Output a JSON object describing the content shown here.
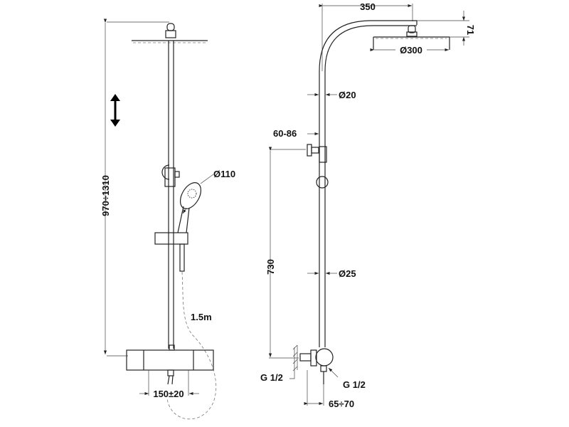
{
  "left_view": {
    "height_range": "970÷1310",
    "handshower_diameter": "Ø110",
    "hose_length": "1.5m",
    "inlet_spacing": "150±20"
  },
  "right_view": {
    "arm_projection": "350",
    "head_height": "71",
    "head_diameter": "Ø300",
    "upper_pipe_diameter": "Ø20",
    "bracket_offset": "60-86",
    "bracket_height": "730",
    "lower_pipe_diameter": "Ø25",
    "wall_inlet_thread": "G 1/2",
    "outlet_thread": "G 1/2",
    "wall_distance": "65÷70"
  }
}
